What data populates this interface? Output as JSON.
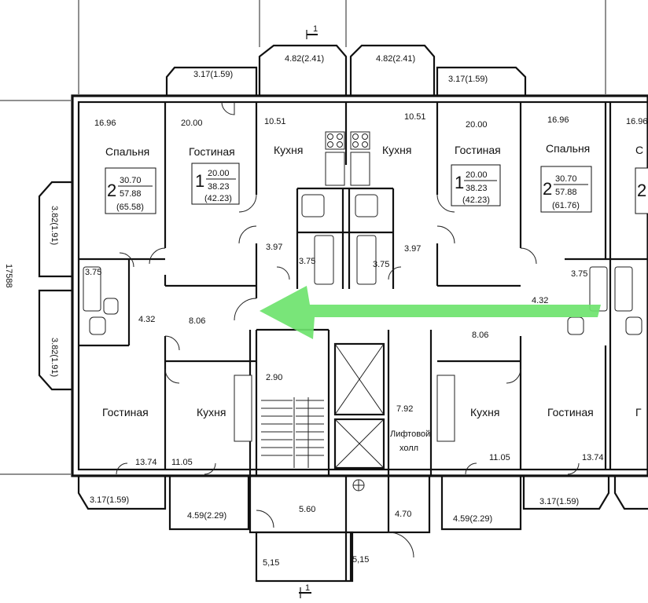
{
  "colors": {
    "arrow": "#6ee36e",
    "lines": "#111111",
    "background": "#ffffff"
  },
  "section_marks": {
    "top": "1",
    "bottom": "1"
  },
  "balconies": {
    "top_left_small": "3.17(1.59)",
    "top_left_bay": "4.82(2.41)",
    "top_right_bay": "4.82(2.41)",
    "top_right_small": "3.17(1.59)",
    "left_upper": "3.82(1.91)",
    "left_lower": "3.82(1.91)",
    "bottom_left_small": "3.17(1.59)",
    "bottom_left_mid": "4.59(2.29)",
    "bottom_right_mid": "4.59(2.29)",
    "bottom_right_small": "3.17(1.59)"
  },
  "rooms": {
    "bedroom_left": {
      "name": "Спальня",
      "area": "16.96"
    },
    "living_upper_left": {
      "name": "Гостиная",
      "area": "20.00"
    },
    "kitchen_upper_left": {
      "name": "Кухня",
      "area": "10.51"
    },
    "kitchen_upper_right": {
      "name": "Кухня",
      "area": "10.51"
    },
    "living_upper_right": {
      "name": "Гостиная",
      "area": "20.00"
    },
    "bedroom_right": {
      "name": "Спальня",
      "area": "16.96"
    },
    "bedroom_far_right": {
      "name": "С",
      "area": "16.96"
    },
    "living_lower_left": {
      "name": "Гостиная",
      "area": "13.74"
    },
    "kitchen_lower_left": {
      "name": "Кухня",
      "area": "11.05"
    },
    "kitchen_lower_right": {
      "name": "Кухня",
      "area": "11.05"
    },
    "living_lower_right": {
      "name": "Гостиная",
      "area": "13.74"
    },
    "living_lower_far_right": {
      "name": "Г",
      "area": ""
    },
    "lift_hall": {
      "name_line1": "Лифтовой",
      "name_line2": "холл",
      "area": "7.92"
    }
  },
  "small_areas": {
    "bath_left": "3.75",
    "hall_left": "4.32",
    "corridor_left": "8.06",
    "hall_center_left": "3.97",
    "bath_center_left": "3.75",
    "bath_center_right": "3.75",
    "hall_center_right": "3.97",
    "bath_right": "3.75",
    "hall_right": "4.32",
    "corridor_right": "8.06",
    "stair": "2.90",
    "vestibule": "5.60",
    "utility": "4.70",
    "entry_left": "5,15",
    "entry_right": "5,15"
  },
  "apartments": {
    "apt_left": {
      "rooms": "2",
      "living": "30.70",
      "total": "57.88",
      "total_with_balcony": "(65.58)"
    },
    "apt_center_left": {
      "rooms": "1",
      "living": "20.00",
      "total": "38.23",
      "total_with_balcony": "(42.23)"
    },
    "apt_center_right": {
      "rooms": "1",
      "living": "20.00",
      "total": "38.23",
      "total_with_balcony": "(42.23)"
    },
    "apt_right": {
      "rooms": "2",
      "living": "30.70",
      "total": "57.88",
      "total_with_balcony": "(61.76)"
    },
    "apt_far_right": {
      "rooms": "2"
    }
  },
  "edge_fragments": {
    "left_vertical": "17588"
  }
}
